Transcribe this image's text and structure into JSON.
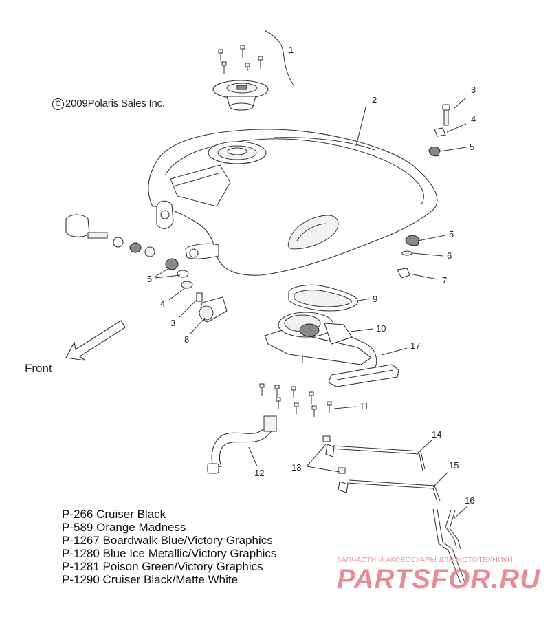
{
  "copyright": {
    "symbol": "C",
    "text": "2009Polaris Sales Inc."
  },
  "front_label": "Front",
  "callouts": [
    {
      "id": "c1",
      "number": "1"
    },
    {
      "id": "c2",
      "number": "2"
    },
    {
      "id": "c3a",
      "number": "3"
    },
    {
      "id": "c4a",
      "number": "4"
    },
    {
      "id": "c5a",
      "number": "5"
    },
    {
      "id": "c5b",
      "number": "5"
    },
    {
      "id": "c6",
      "number": "6"
    },
    {
      "id": "c7",
      "number": "7"
    },
    {
      "id": "c9",
      "number": "9"
    },
    {
      "id": "c10",
      "number": "10"
    },
    {
      "id": "c17",
      "number": "17"
    },
    {
      "id": "c11",
      "number": "11"
    },
    {
      "id": "c5c",
      "number": "5"
    },
    {
      "id": "c4b",
      "number": "4"
    },
    {
      "id": "c3b",
      "number": "3"
    },
    {
      "id": "c8",
      "number": "8"
    },
    {
      "id": "c14",
      "number": "14"
    },
    {
      "id": "c15",
      "number": "15"
    },
    {
      "id": "c13",
      "number": "13"
    },
    {
      "id": "c12",
      "number": "12"
    },
    {
      "id": "c16",
      "number": "16"
    }
  ],
  "legend": [
    "P-266  Cruiser Black",
    "P-589  Orange Madness",
    "P-1267 Boardwalk Blue/Victory Graphics",
    "P-1280 Blue Ice Metallic/Victory Graphics",
    "P-1281 Poison Green/Victory Graphics",
    "P-1290 Cruiser Black/Matte White"
  ],
  "watermark": {
    "tagline": "ЗАПЧАСТИ И АКСЕССУАРЫ ДЛЯ МОТОТЕХНИКИ",
    "logo": "PARTSFOR.RU"
  }
}
